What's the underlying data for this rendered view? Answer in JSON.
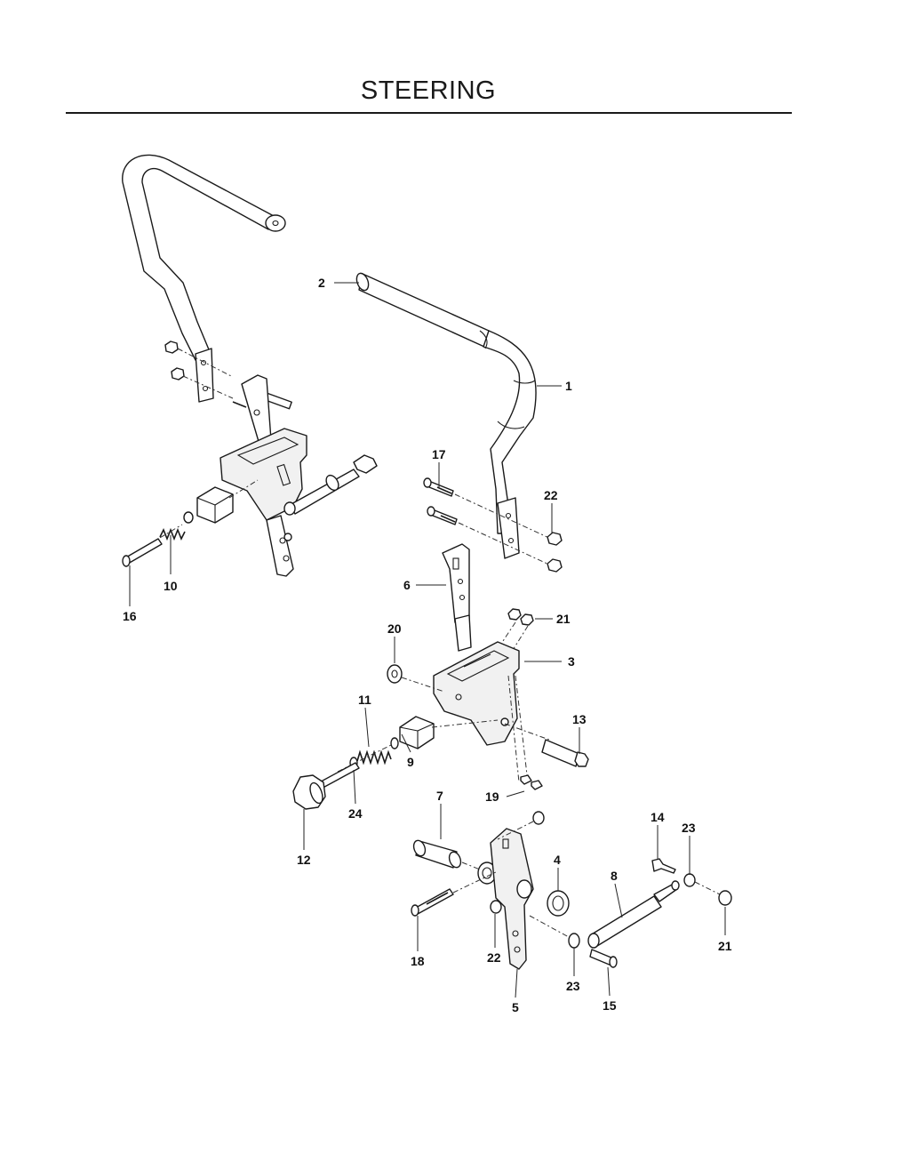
{
  "title": "STEERING",
  "callouts": [
    "1",
    "2",
    "3",
    "4",
    "5",
    "6",
    "7",
    "8",
    "9",
    "10",
    "11",
    "12",
    "13",
    "14",
    "15",
    "16",
    "17",
    "18",
    "19",
    "20",
    "21",
    "22",
    "23",
    "24"
  ],
  "extra_callouts": {
    "second_21": "21",
    "second_22": "22",
    "second_23": "23"
  }
}
